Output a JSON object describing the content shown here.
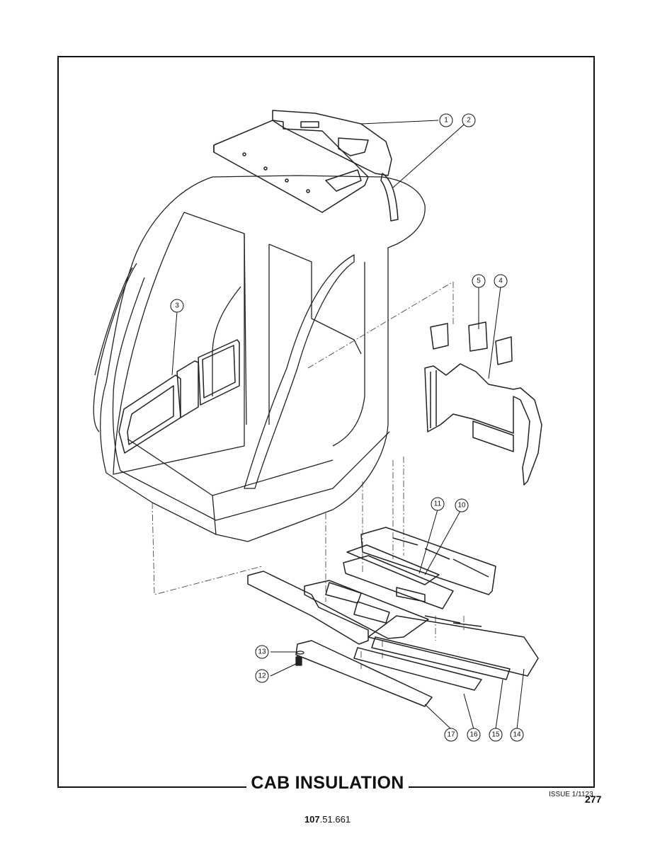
{
  "title": "CAB INSUSULATION_PLACEHOLDER",
  "issue": "ISSUE 1/1123",
  "page_number": "277",
  "doc_number_bold": "107",
  "doc_number_rest": ".51.661",
  "callouts": [
    "1",
    "2",
    "3",
    "4",
    "5",
    "10",
    "11",
    "12",
    "13",
    "14",
    "15",
    "16",
    "17"
  ]
}
